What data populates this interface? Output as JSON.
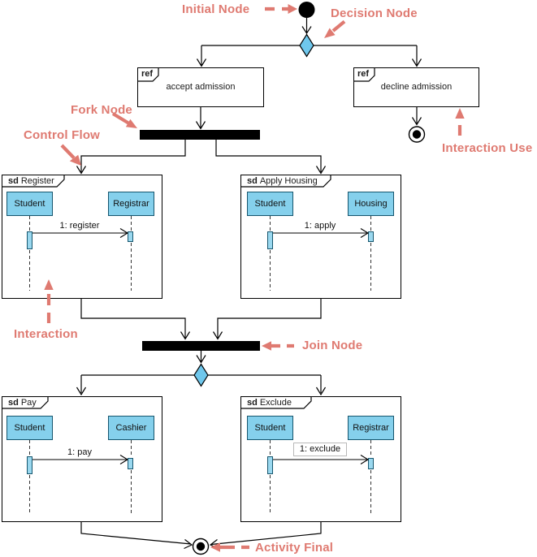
{
  "colors": {
    "annotation": "#DF7A71",
    "decision_fill": "#6FC7EC",
    "lifeline_fill": "#85D0EC",
    "activation_fill": "#9AD8EF",
    "node_black": "#000000"
  },
  "annotations": {
    "initial_node": "Initial Node",
    "decision_node": "Decision Node",
    "fork_node": "Fork Node",
    "control_flow": "Control Flow",
    "interaction_use": "Interaction Use",
    "interaction": "Interaction",
    "join_node": "Join Node",
    "activity_final": "Activity Final"
  },
  "ref_nodes": [
    {
      "tag": "ref",
      "label": "accept admission"
    },
    {
      "tag": "ref",
      "label": "decline admission"
    }
  ],
  "sd_frames": [
    {
      "tag": "sd",
      "name": "Register",
      "lifelines": [
        "Student",
        "Registrar"
      ],
      "message": "1: register"
    },
    {
      "tag": "sd",
      "name": "Apply Housing",
      "lifelines": [
        "Student",
        "Housing"
      ],
      "message": "1: apply"
    },
    {
      "tag": "sd",
      "name": "Pay",
      "lifelines": [
        "Student",
        "Cashier"
      ],
      "message": "1: pay"
    },
    {
      "tag": "sd",
      "name": "Exclude",
      "lifelines": [
        "Student",
        "Registrar"
      ],
      "message": "1: exclude"
    }
  ]
}
